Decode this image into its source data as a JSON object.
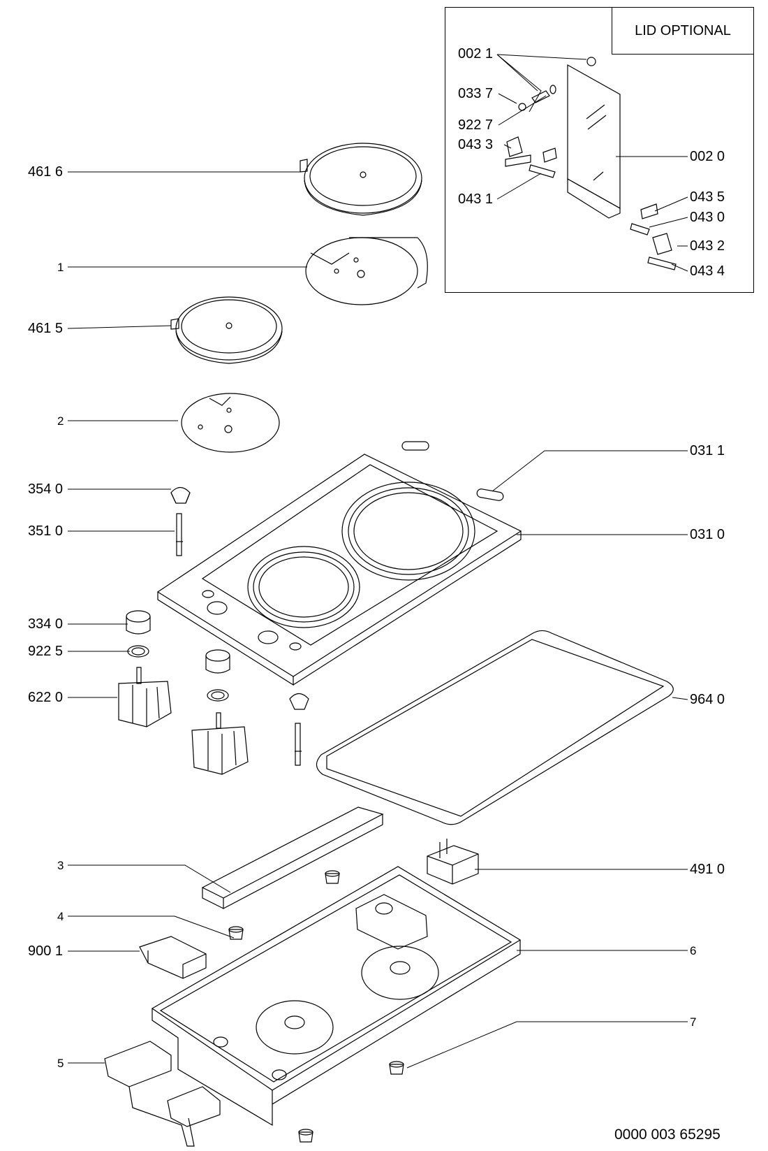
{
  "lid_panel": {
    "title": "LID OPTIONAL"
  },
  "labels": {
    "l_0021": "002 1",
    "l_0337": "033 7",
    "l_9227": "922 7",
    "l_0433": "043 3",
    "l_0431": "043 1",
    "l_0020": "002 0",
    "l_0435": "043 5",
    "l_0430": "043 0",
    "l_0432": "043 2",
    "l_0434": "043 4",
    "l_4616": "461 6",
    "l_1": "1",
    "l_4615": "461 5",
    "l_2": "2",
    "l_0311": "031 1",
    "l_3540": "354 0",
    "l_3510": "351 0",
    "l_0310": "031 0",
    "l_3340": "334 0",
    "l_9225": "922 5",
    "l_6220": "622 0",
    "l_9640": "964 0",
    "l_3": "3",
    "l_4910": "491 0",
    "l_4": "4",
    "l_9001": "900 1",
    "l_6": "6",
    "l_7": "7",
    "l_5": "5"
  },
  "document_number": "0000 003 65295"
}
